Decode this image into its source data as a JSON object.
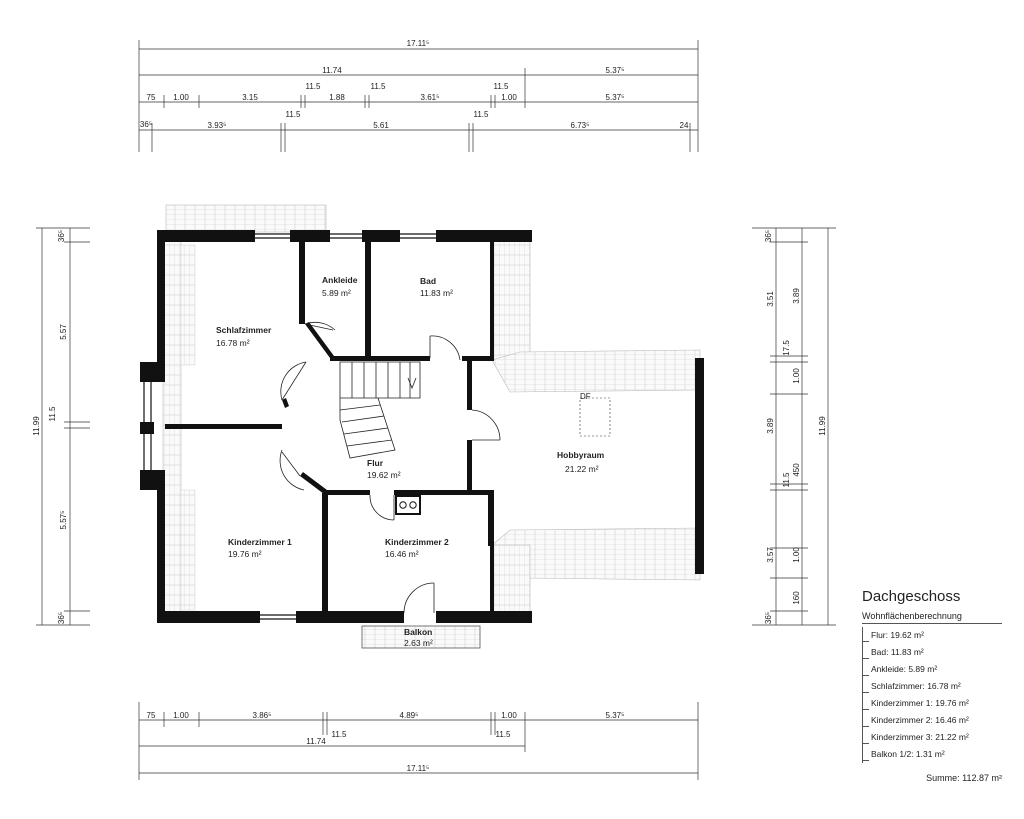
{
  "dims_top": {
    "overall": "17.11⁵",
    "row2": [
      "11.74",
      "5.37⁵"
    ],
    "row3": [
      "75",
      "1.00",
      "3.15",
      "11.5",
      "1.88",
      "11.5",
      "3.61⁵",
      "11.5",
      "1.00",
      "5.37⁵"
    ],
    "row4": [
      "36⁵",
      "3.93⁵",
      "11.5",
      "5.61",
      "11.5",
      "6.73⁵",
      "24"
    ]
  },
  "dims_bottom": {
    "row1": [
      "75",
      "1.00",
      "3.86⁵",
      "4.89⁵",
      "1.00",
      "5.37⁵"
    ],
    "row2_small": [
      "11.5",
      "11.5"
    ],
    "row3": "11.74",
    "overall": "17.11⁵"
  },
  "dims_left": [
    "36⁵",
    "5.57",
    "11.5",
    "11.99",
    "5.57⁵",
    "36⁵"
  ],
  "dims_right": [
    "36⁵",
    "3.51",
    "3.89",
    "17.5",
    "1.00",
    "3.89",
    "450",
    "11.5",
    "11.99",
    "3.57",
    "1.00",
    "160",
    "36⁵"
  ],
  "rooms": [
    {
      "name": "Ankleide",
      "area": "5.89 m²"
    },
    {
      "name": "Bad",
      "area": "11.83 m²"
    },
    {
      "name": "Schlafzimmer",
      "area": "16.78 m²"
    },
    {
      "name": "Flur",
      "area": "19.62 m²"
    },
    {
      "name": "Hobbyraum",
      "area": "21.22 m²"
    },
    {
      "name": "Kinderzimmer 1",
      "area": "19.76 m²"
    },
    {
      "name": "Kinderzimmer 2",
      "area": "16.46 m²"
    },
    {
      "name": "Balkon",
      "area": "2.63 m²"
    }
  ],
  "df_label": "DF",
  "legend": {
    "title": "Dachgeschoss",
    "subtitle": "Wohnflächenberechnung",
    "items": [
      "Flur: 19.62 m²",
      "Bad: 11.83 m²",
      "Ankleide: 5.89 m²",
      "Schlafzimmer: 16.78 m²",
      "Kinderzimmer 1: 19.76 m²",
      "Kinderzimmer 2: 16.46 m²",
      "Kinderzimmer 3: 21.22 m²",
      "Balkon 1/2: 1.31 m²"
    ],
    "total": "Summe: 112.87 m²"
  }
}
